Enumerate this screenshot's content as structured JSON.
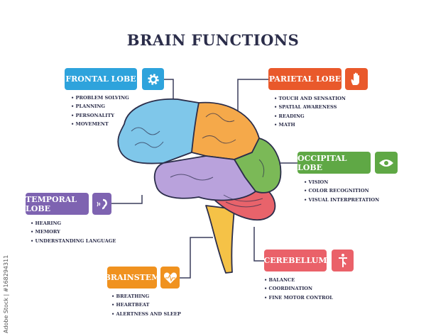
{
  "title": "BRAIN FUNCTIONS",
  "watermark": "Adobe Stock | #168294311",
  "sections": {
    "frontal": {
      "label": "FRONTAL LOBE",
      "icon": "gear-icon",
      "color": "#2ea3dc",
      "items": [
        "PROBLEM SOLVING",
        "PLANNING",
        "PERSONALITY",
        "MOVEMENT"
      ]
    },
    "parietal": {
      "label": "PARIETAL LOBE",
      "icon": "hand-icon",
      "color": "#e9592b",
      "items": [
        "TOUCH AND SENSATION",
        "SPATIAL AWARENESS",
        "READING",
        "MATH"
      ]
    },
    "occipital": {
      "label": "OCCIPITAL LOBE",
      "icon": "eye-icon",
      "color": "#5fa845",
      "items": [
        "VISION",
        "COLOR RECOGNITION",
        "VISUAL INTERPRETATION"
      ]
    },
    "temporal": {
      "label": "TEMPORAL LOBE",
      "icon": "ear-icon",
      "color": "#7e63b1",
      "items": [
        "HEARING",
        "MEMORY",
        "UNDERSTANDING LANGUAGE"
      ]
    },
    "brainstem": {
      "label": "BRAINSTEM",
      "icon": "heart-icon",
      "color": "#f0921f",
      "items": [
        "BREATHING",
        "HEARTBEAT",
        "ALERTNESS AND SLEEP"
      ]
    },
    "cerebellum": {
      "label": "CEREBELLUM",
      "icon": "balance-figure-icon",
      "color": "#ea6169",
      "items": [
        "BALANCE",
        "COORDINATION",
        "FINE MOTOR CONTROL"
      ]
    }
  }
}
